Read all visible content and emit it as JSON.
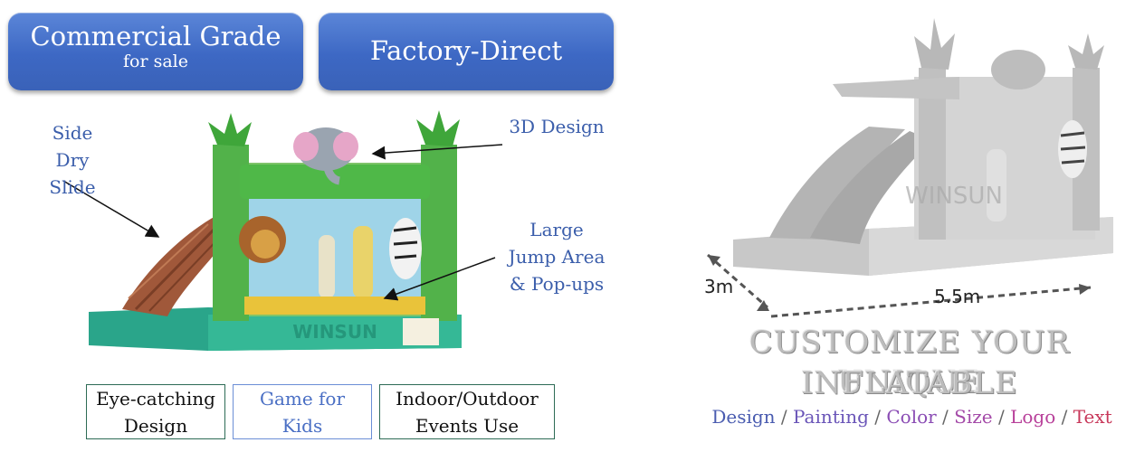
{
  "badges": [
    {
      "main": "Commercial Grade",
      "sub": "for sale"
    },
    {
      "main": "Factory-Direct"
    }
  ],
  "callouts": {
    "side_slide": [
      "Side",
      "Dry Slide"
    ],
    "design_3d": "3D Design",
    "jump_area": [
      "Large",
      "Jump Area",
      "& Pop-ups"
    ]
  },
  "features": [
    {
      "line1": "Eye-catching",
      "line2": "Design"
    },
    {
      "line1": "Game for",
      "line2": "Kids"
    },
    {
      "line1": "Indoor/Outdoor",
      "line2": "Events Use"
    }
  ],
  "dimensions": {
    "width": "3m",
    "length": "5.5m"
  },
  "headline": {
    "line1": "CUSTOMIZE YOUR UNIQUE",
    "line2": "INFLATABLE"
  },
  "options": {
    "items": [
      {
        "label": "Design",
        "color": "#4a5cb0"
      },
      {
        "label": "Painting",
        "color": "#6a55b8"
      },
      {
        "label": "Color",
        "color": "#8a4cb4"
      },
      {
        "label": "Size",
        "color": "#a44aa8"
      },
      {
        "label": "Logo",
        "color": "#b8409a"
      },
      {
        "label": "Text",
        "color": "#c8385a"
      }
    ],
    "separator": " / "
  },
  "colors": {
    "badge_blue": "#3d68c4",
    "callout_blue": "#3b5eab",
    "feature_border": "#2d6b55"
  }
}
